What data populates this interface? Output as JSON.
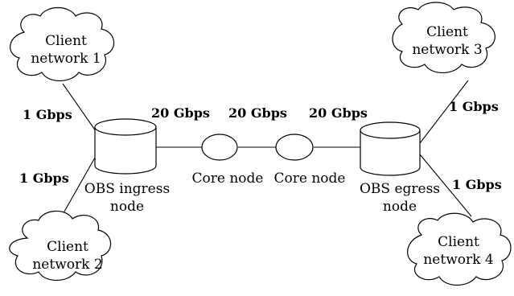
{
  "clouds": {
    "c1": [
      "Client",
      "network 1"
    ],
    "c2": [
      "Client",
      "network 2"
    ],
    "c3": [
      "Client",
      "network 3"
    ],
    "c4": [
      "Client",
      "network 4"
    ]
  },
  "nodes": {
    "ingress": [
      "OBS ingress",
      "node"
    ],
    "egress": [
      "OBS egress",
      "node"
    ],
    "core1": "Core node",
    "core2": "Core node"
  },
  "links": {
    "c1_ingress": "1 Gbps",
    "c2_ingress": "1 Gbps",
    "c3_egress": "1 Gbps",
    "c4_egress": "1 Gbps",
    "ingress_core1": "20 Gbps",
    "core1_core2": "20 Gbps",
    "core2_egress": "20 Gbps"
  }
}
